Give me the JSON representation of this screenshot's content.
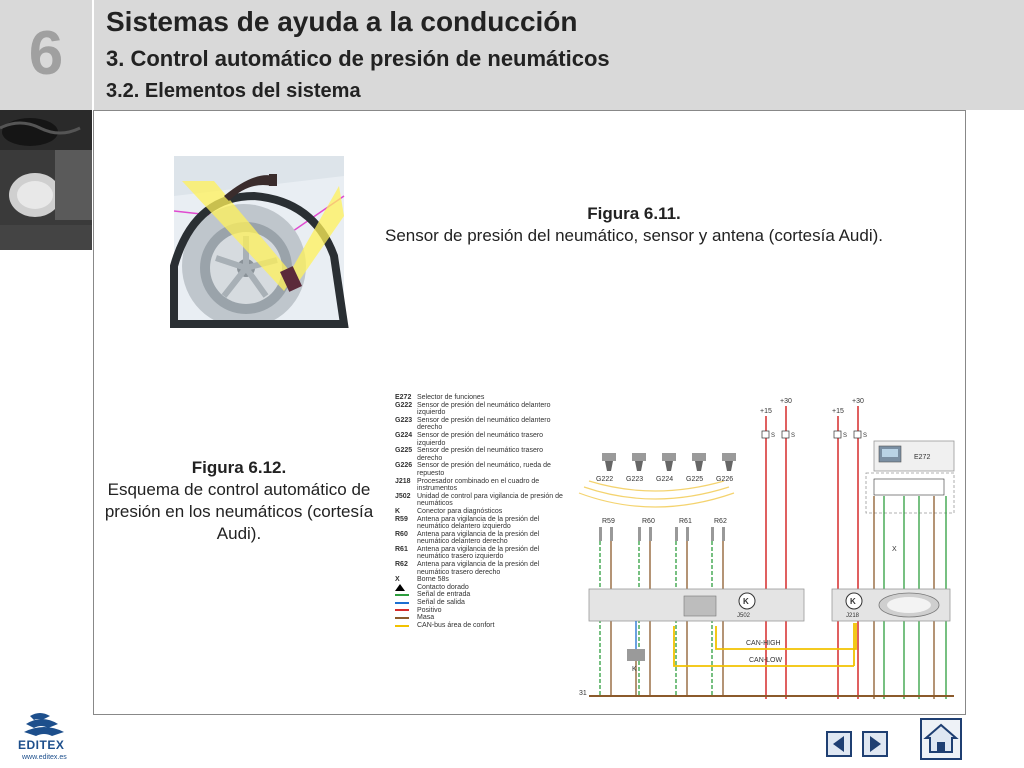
{
  "header": {
    "chapter_number": "6",
    "title": "Sistemas de ayuda a la conducción",
    "subtitle1": "3. Control automático de presión de neumáticos",
    "subtitle2": "3.2. Elementos del sistema"
  },
  "figure_11": {
    "label": "Figura 6.11.",
    "caption": "Sensor de presión del neumático, sensor y antena (cortesía Audi)."
  },
  "figure_12": {
    "label": "Figura 6.12.",
    "caption": "Esquema de control automático de presión en los neumáticos (cortesía Audi)."
  },
  "legend": [
    {
      "code": "E272",
      "text": "Selector de funciones"
    },
    {
      "code": "G222",
      "text": "Sensor de presión del neumático delantero izquierdo"
    },
    {
      "code": "G223",
      "text": "Sensor de presión del neumático delantero derecho"
    },
    {
      "code": "G224",
      "text": "Sensor de presión del neumático trasero izquierdo"
    },
    {
      "code": "G225",
      "text": "Sensor de presión del neumático trasero derecho"
    },
    {
      "code": "G226",
      "text": "Sensor de presión del neumático, rueda de repuesto"
    },
    {
      "code": "J218",
      "text": "Procesador combinado en el cuadro de instrumentos"
    },
    {
      "code": "J502",
      "text": "Unidad de control para vigilancia de presión de neumáticos"
    },
    {
      "code": "K",
      "text": "Conector para diagnósticos"
    },
    {
      "code": "R59",
      "text": "Antena para vigilancia de la presión del neumático delantero izquierdo"
    },
    {
      "code": "R60",
      "text": "Antena para vigilancia de la presión del neumático delantero derecho"
    },
    {
      "code": "R61",
      "text": "Antena para vigilancia de la presión del neumático trasero izquierdo"
    },
    {
      "code": "R62",
      "text": "Antena para vigilancia de la presión del neumático trasero derecho"
    },
    {
      "code": "X",
      "text": "Borne 58s"
    }
  ],
  "legend_symbols": [
    {
      "text": "Contacto dorado",
      "color": "#000000",
      "symbol": "triangle"
    },
    {
      "text": "Señal de entrada",
      "color": "#2e9e3e",
      "symbol": "line"
    },
    {
      "text": "Señal de salida",
      "color": "#1c6fd1",
      "symbol": "line"
    },
    {
      "text": "Positivo",
      "color": "#d62b2b",
      "symbol": "line"
    },
    {
      "text": "Masa",
      "color": "#8b5a2b",
      "symbol": "line"
    },
    {
      "text": "CAN-bus área de confort",
      "color": "#f2c200",
      "symbol": "line"
    }
  ],
  "diagram": {
    "sensors": [
      "G222",
      "G223",
      "G224",
      "G225",
      "G226"
    ],
    "antennas": [
      "R59",
      "R60",
      "R61",
      "R62"
    ],
    "plus15": "+15",
    "plus30": "+30",
    "s": "S",
    "e272": "E272",
    "j502": "J502",
    "j218": "J218",
    "k": "K",
    "x": "X",
    "can_high": "CAN-HIGH",
    "can_low": "CAN-LOW",
    "ground": "31"
  },
  "logo": {
    "name": "EDITEX",
    "url": "www.editex.es"
  },
  "colors": {
    "header_bg": "#d9d9d9",
    "chapter_number": "#a0a0a0",
    "nav_border": "#1f3f72",
    "logo": "#1d4f8c"
  }
}
